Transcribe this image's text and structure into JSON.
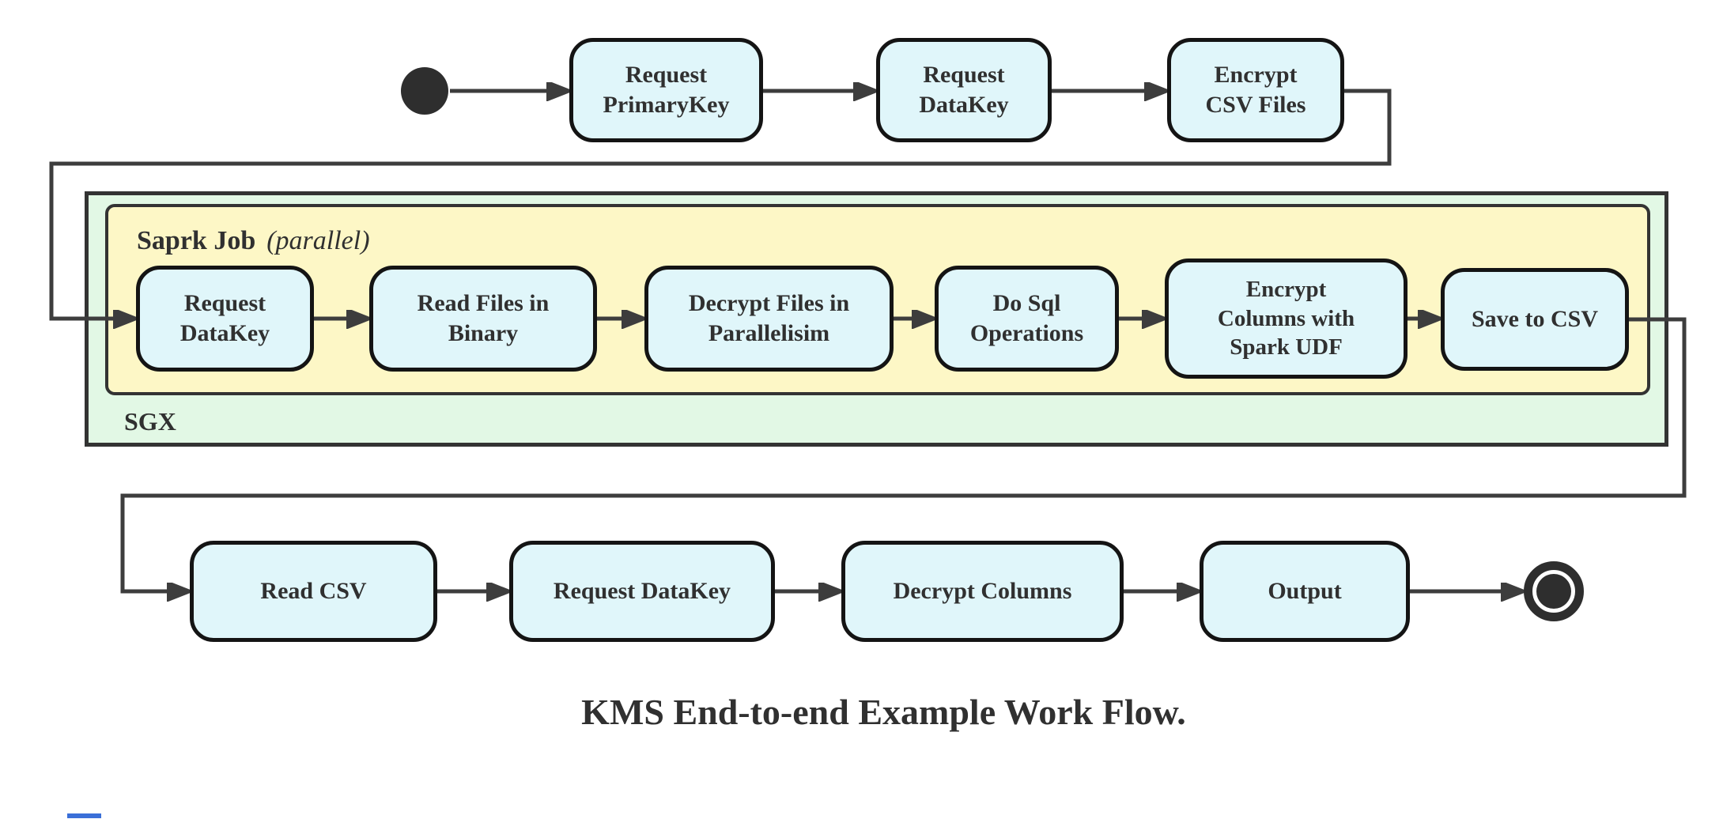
{
  "caption": "KMS End-to-end Example Work Flow.",
  "containers": {
    "sgx": {
      "label": "SGX"
    },
    "spark_job": {
      "title": "Saprk Job",
      "qualifier": "(parallel)"
    }
  },
  "nodes": {
    "t1": {
      "label": "Request\nPrimaryKey"
    },
    "t2": {
      "label": "Request\nDataKey"
    },
    "t3": {
      "label": "Encrypt\nCSV Files"
    },
    "m1": {
      "label": "Request\nDataKey"
    },
    "m2": {
      "label": "Read Files in\nBinary"
    },
    "m3": {
      "label": "Decrypt Files in\nParallelisim"
    },
    "m4": {
      "label": "Do Sql\nOperations"
    },
    "m5": {
      "label": "Encrypt\nColumns with\nSpark UDF"
    },
    "m6": {
      "label": "Save to CSV"
    },
    "b1": {
      "label": "Read CSV"
    },
    "b2": {
      "label": "Request DataKey"
    },
    "b3": {
      "label": "Decrypt Columns"
    },
    "b4": {
      "label": "Output"
    }
  },
  "terminals": {
    "start_icon": "start-node",
    "end_icon": "end-node"
  },
  "flow_sequence": [
    "start",
    "Request PrimaryKey",
    "Request DataKey",
    "Encrypt CSV Files",
    "Request DataKey",
    "Read Files in Binary",
    "Decrypt Files in Parallelisim",
    "Do Sql Operations",
    "Encrypt Columns with Spark UDF",
    "Save to CSV",
    "Read CSV",
    "Request DataKey",
    "Decrypt Columns",
    "Output",
    "end"
  ],
  "colors": {
    "node_fill": "#e0f6fa",
    "node_border": "#141414",
    "edge": "#3d3d3d",
    "sgx_fill": "#e2f8e5",
    "sgx_border": "#333333",
    "spark_fill": "#fdf7c6",
    "spark_border": "#333333",
    "terminal": "#2e2e2e",
    "text": "#303030",
    "clipped_blue": "#3a6fd8"
  }
}
